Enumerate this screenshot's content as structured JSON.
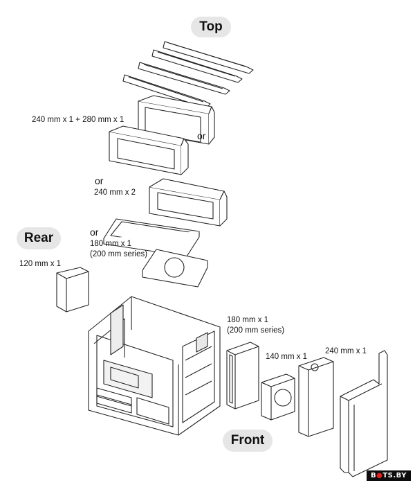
{
  "sections": {
    "top": "Top",
    "rear": "Rear",
    "front": "Front"
  },
  "labels": {
    "top_combo": "240 mm x 1 + 280 mm x 1",
    "or_1": "or",
    "or_2": "or",
    "top_240x2": "240 mm x 2",
    "or_3": "or",
    "top_180_line1": "180 mm x 1",
    "top_180_line2": "(200 mm series)",
    "rear_120": "120 mm x 1",
    "front_180_line1": "180 mm x 1",
    "front_180_line2": "(200 mm series)",
    "front_140": "140 mm x 1",
    "front_240": "240 mm x 1"
  },
  "watermark": {
    "prefix": "B",
    "dot": "●",
    "suffix": "TS.BY"
  }
}
